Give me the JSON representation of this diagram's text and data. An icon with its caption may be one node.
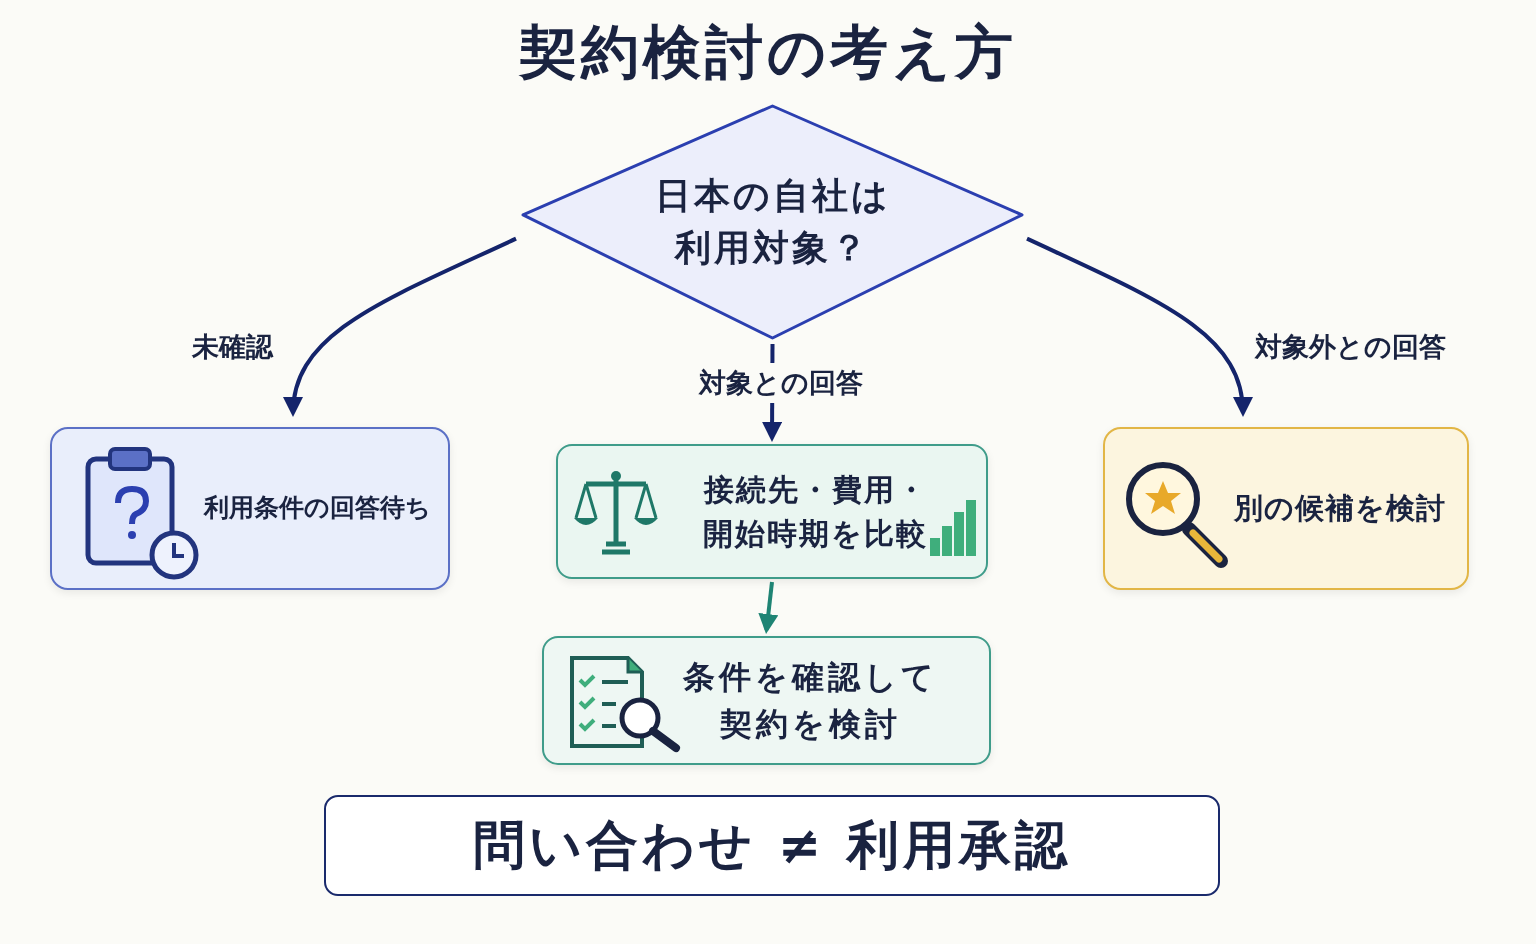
{
  "diagram": {
    "title": "契約検討の考え方",
    "nodes": [
      {
        "text": [
          "日本の自社は利用対象？"
        ]
      },
      {
        "text": [
          "利用条件の回答待ち"
        ]
      },
      {
        "text": [
          "接続先・費用・開始時期を比較"
        ]
      },
      {
        "text": [
          "別の候補を検討"
        ]
      },
      {
        "text": [
          "条件を確認して契約を検討"
        ]
      },
      {
        "text": [
          "問い合わせ ≠ 利用承認"
        ]
      }
    ],
    "edges": [
      {
        "from": 0,
        "to": 1,
        "arrow": "to",
        "label": "未確認"
      },
      {
        "from": 0,
        "to": 2,
        "arrow": "to",
        "label": "対象との回答"
      },
      {
        "from": 0,
        "to": 3,
        "arrow": "to",
        "label": "対象外との回答"
      },
      {
        "from": 2,
        "to": 4,
        "arrow": "to",
        "color": "#1f8474"
      }
    ]
  }
}
